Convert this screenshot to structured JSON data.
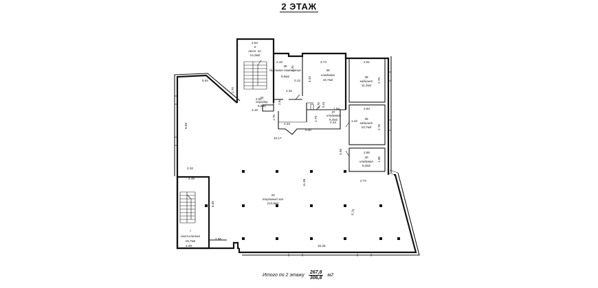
{
  "title": "2 ЭТАЖ",
  "footer": {
    "label": "Итого по 2 этажу",
    "top": "267,8",
    "bottom": "306,8",
    "unit": "м2"
  },
  "rooms": [
    {
      "id": "r33",
      "number": "33",
      "name": "торговый зал",
      "area": "213,8м2"
    },
    {
      "id": "r34",
      "number": "34",
      "name": "коридор",
      "area": "6,8м2"
    },
    {
      "id": "r35",
      "number": "35",
      "name": "бытовое помещение",
      "area": "5,8м2"
    },
    {
      "id": "r36",
      "number": "36",
      "name": "кладовая",
      "area": "15,7м2"
    },
    {
      "id": "r37",
      "number": "37",
      "name": "кладовая",
      "area": "6,4м2"
    },
    {
      "id": "r38",
      "number": "38",
      "name": "кабинет",
      "area": "11,1м2"
    },
    {
      "id": "r39",
      "number": "39",
      "name": "кабинет",
      "area": "10,7м2"
    },
    {
      "id": "r40",
      "number": "40",
      "name": "кладовая",
      "area": "5,3м2"
    },
    {
      "id": "rI",
      "number": "I",
      "name": "лест.клетка",
      "area": "15,7м2"
    },
    {
      "id": "rII",
      "number": "II",
      "name": "лест. кл.",
      "area": "14,3м2"
    }
  ],
  "dims": {
    "d584": "5.84",
    "d270": "2.70",
    "d859": "8.59",
    "d232": "2.32",
    "d249a": "2.49",
    "d645": "6.45",
    "d249b": "2.49",
    "d268": "2.68",
    "d1535": "15.35",
    "d1017": "10.17",
    "d1136": "11.36",
    "d676": "6.76",
    "d253": "2.53",
    "d233": "2.33",
    "d374": "3.74",
    "d281": "2.81",
    "d279": "2.79",
    "d284": "2.84",
    "d276": "2.76",
    "d285": "2.85",
    "d185": "1.85",
    "d274": "2.74",
    "d459": "4.59",
    "d251": "2.51",
    "d319": "3.19",
    "d175": "1.75",
    "d234a": "2.34",
    "d640": "6.40",
    "d154": "1.54",
    "d234b": "2.34",
    "d142": "1.42",
    "d232b": "2.32",
    "d420": "4.20",
    "d013": "0.13",
    "d231": "2.31",
    "d075": "0.75",
    "d264": "2.64",
    "d041": "0.41",
    "d179": "1.79"
  }
}
